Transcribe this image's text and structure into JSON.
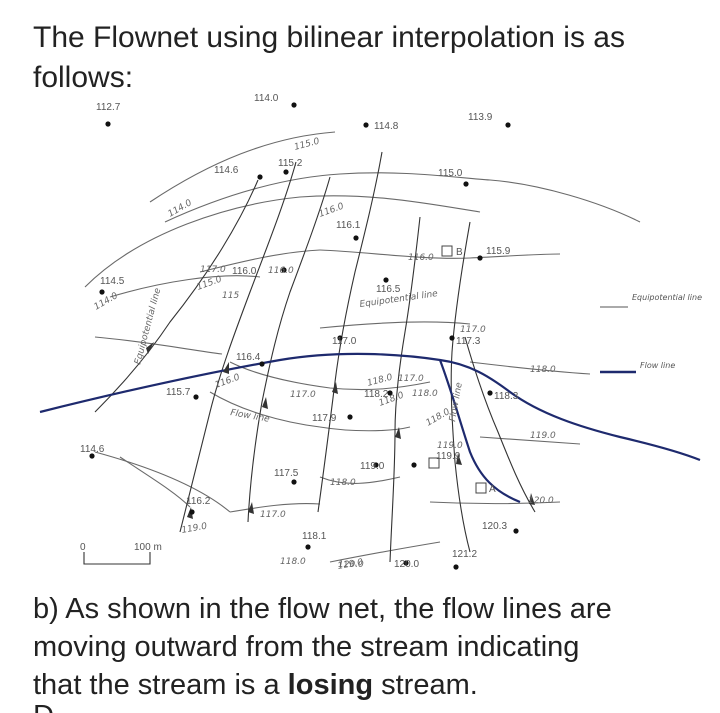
{
  "heading": {
    "line1": "The Flownet using bilinear interpolation is as",
    "line2": "follows:"
  },
  "scale": {
    "zero": "0",
    "label": "100 m"
  },
  "points": [
    {
      "label": "112.7"
    },
    {
      "label": "114.0"
    },
    {
      "label": "114.8"
    },
    {
      "label": "113.9"
    },
    {
      "label": "114.6"
    },
    {
      "label": "115.2"
    },
    {
      "label": "115.0"
    },
    {
      "label": "116.1"
    },
    {
      "label": "115.9"
    },
    {
      "label": "114.5"
    },
    {
      "label": "116.0"
    },
    {
      "label": "116.5"
    },
    {
      "label": "117.0"
    },
    {
      "label": "117.3"
    },
    {
      "label": "116.4"
    },
    {
      "label": "115.7"
    },
    {
      "label": "118.2"
    },
    {
      "label": "118.3"
    },
    {
      "label": "117.9"
    },
    {
      "label": "114.6"
    },
    {
      "label": "119.0"
    },
    {
      "label": "119.9"
    },
    {
      "label": "117.5"
    },
    {
      "label": "116.2"
    },
    {
      "label": "118.1"
    },
    {
      "label": "120.0"
    },
    {
      "label": "121.2"
    },
    {
      "label": "120.3"
    }
  ],
  "contour_labels": [
    "115.0",
    "114.0",
    "116.0",
    "117.0",
    "116.0",
    "114.0",
    "115.0",
    "115",
    "116.0",
    "117.0",
    "118.0",
    "118.0",
    "117.0",
    "118.0",
    "119.0",
    "120.0",
    "118.0",
    "118.0",
    "116.0",
    "117.0",
    "118.0",
    "119.0",
    "119.0",
    "120.0",
    "118.0",
    "119.0",
    "117.0"
  ],
  "markers": {
    "b": "B",
    "a": "A"
  },
  "annotations": {
    "equip_line": "Equipotential line",
    "flow_line_1": "Flow line",
    "flow_line_2": "Flow line",
    "equip_line_2": "Equipotential line"
  },
  "legend": {
    "equipotential": "Equipotential line",
    "flow": "Flow line"
  },
  "answer": {
    "line1": "b) As shown in the flow net, the flow lines are",
    "line2": "moving outward from the stream indicating",
    "line3_pre": "that the stream is a ",
    "line3_bold": "losing",
    "line3_post": " stream.",
    "partial": "D"
  }
}
